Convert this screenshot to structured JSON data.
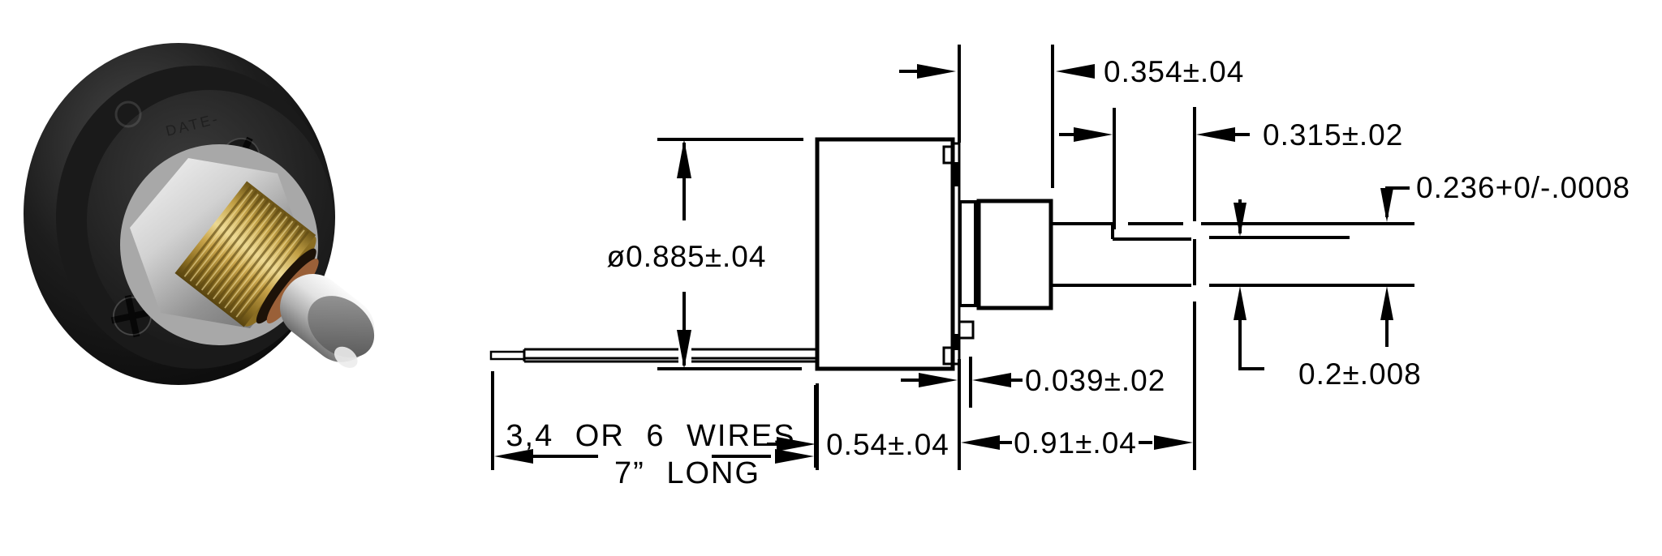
{
  "page": {
    "background": "#ffffff",
    "line_color": "#000000"
  },
  "photo": {
    "body_marking": "DATE-",
    "colors": {
      "housing": "#1c1c1c",
      "chrome_nut": "#d8d8d8",
      "brass_bushing": "#c9a44a",
      "copper_washer": "#9a6038",
      "steel_shaft": "#d6d6d6"
    }
  },
  "drawing": {
    "dims": {
      "body_diameter": "ø0.885±.04",
      "bushing_length": "0.354±.04",
      "flat_length": "0.315±.02",
      "shaft_diameter": "0.236+0/-.0008",
      "washer_thickness": "0.039±.02",
      "flat_height": "0.2±.008",
      "body_length": "0.54±.04",
      "shaft_length": "0.91±.04"
    },
    "wires_note": {
      "line1": "3,4 OR 6 WIRES",
      "line2": "7” LONG"
    }
  }
}
